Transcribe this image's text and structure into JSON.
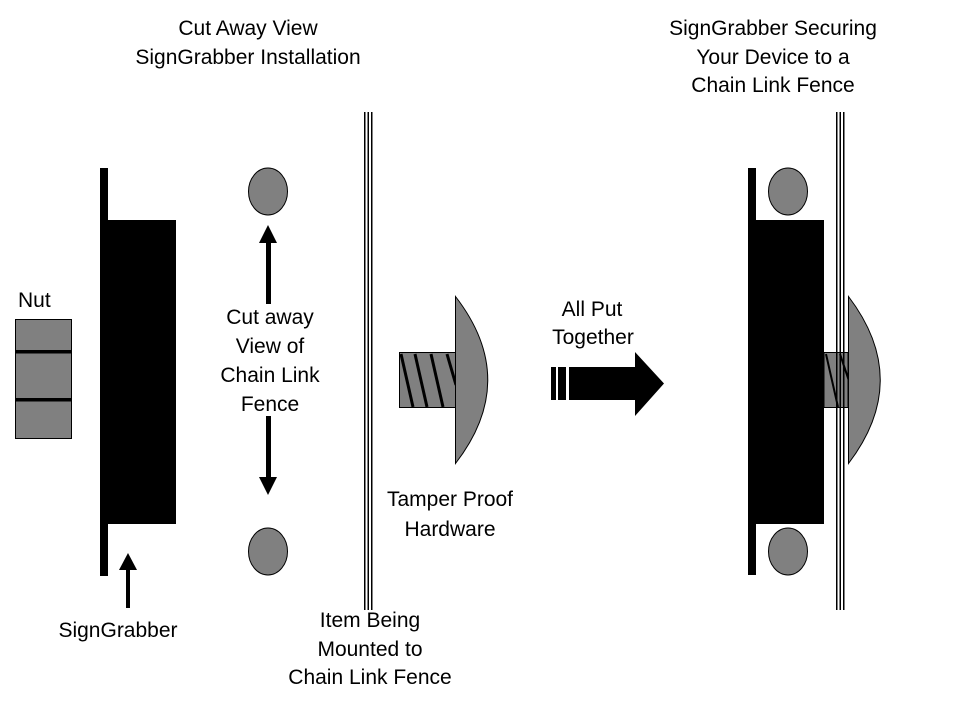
{
  "titles": {
    "left": [
      "Cut Away View",
      "SignGrabber Installation"
    ],
    "right": [
      "SignGrabber Securing",
      "Your Device to a",
      "Chain Link Fence"
    ]
  },
  "labels": {
    "nut": "Nut",
    "signgrabber": "SignGrabber",
    "fence_cutaway": [
      "Cut away",
      "View of",
      "Chain Link",
      "Fence"
    ],
    "hardware": [
      "Tamper Proof",
      "Hardware"
    ],
    "item": [
      "Item Being",
      "Mounted to",
      "Chain Link Fence"
    ],
    "assembly": [
      "All Put",
      "Together"
    ]
  },
  "colors": {
    "part_fill": "#808080",
    "ink": "#000000"
  }
}
